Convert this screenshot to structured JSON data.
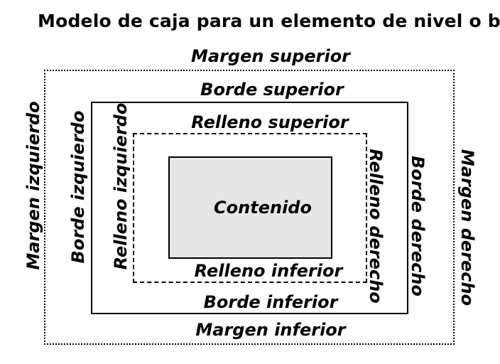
{
  "title": "Modelo de caja para un elemento de nivel o bloque",
  "box_model": {
    "margin": {
      "superior": "Margen superior",
      "inferior": "Margen inferior",
      "izquierdo": "Margen izquierdo",
      "derecho": "Margen derecho"
    },
    "border": {
      "superior": "Borde superior",
      "inferior": "Borde inferior",
      "izquierdo": "Borde izquierdo",
      "derecho": "Borde derecho"
    },
    "padding": {
      "superior": "Relleno superior",
      "inferior": "Relleno inferior",
      "izquierdo": "Relleno izquierdo",
      "derecho": "Relleno derecho"
    },
    "content": {
      "label": "Contenido"
    }
  },
  "colors": {
    "background": "#ffffff",
    "text": "#000000",
    "line": "#000000",
    "content_fill": "#e6e6e6"
  }
}
